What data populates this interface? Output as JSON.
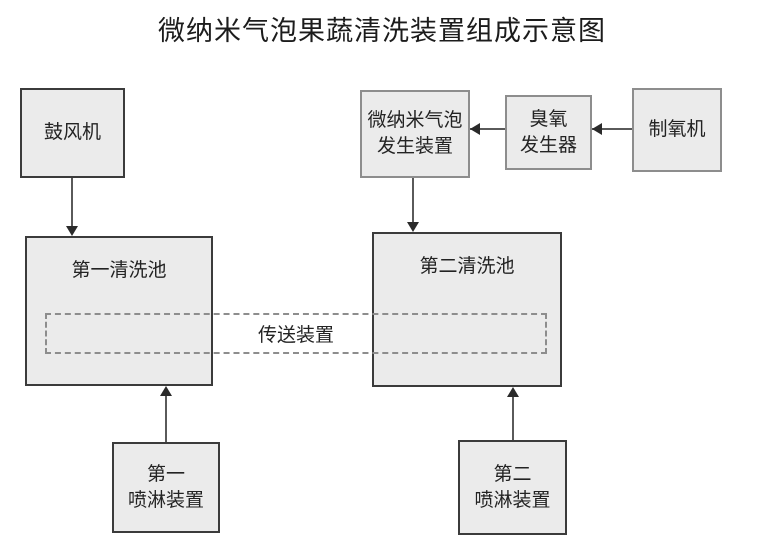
{
  "diagram": {
    "title": "微纳米气泡果蔬清洗装置组成示意图",
    "nodes": {
      "blower": "鼓风机",
      "bubble_generator": "微纳米气泡\n发生装置",
      "bubble_generator_line1": "微纳米气泡",
      "bubble_generator_line2": "发生装置",
      "ozone_generator_line1": "臭氧",
      "ozone_generator_line2": "发生器",
      "oxygen_generator": "制氧机",
      "tank_one": "第一清洗池",
      "tank_two": "第二清洗池",
      "conveyor": "传送装置",
      "spray_one_line1": "第一",
      "spray_one_line2": "喷淋装置",
      "spray_two_line1": "第二",
      "spray_two_line2": "喷淋装置"
    },
    "colors": {
      "node_fill": "#ebebeb",
      "node_border_strong": "#3b3b3b",
      "node_border_light": "#8d8d8d",
      "connector": "#5a5a5a",
      "arrow": "#2a2a2a",
      "text": "#232323",
      "background": "#ffffff"
    }
  }
}
